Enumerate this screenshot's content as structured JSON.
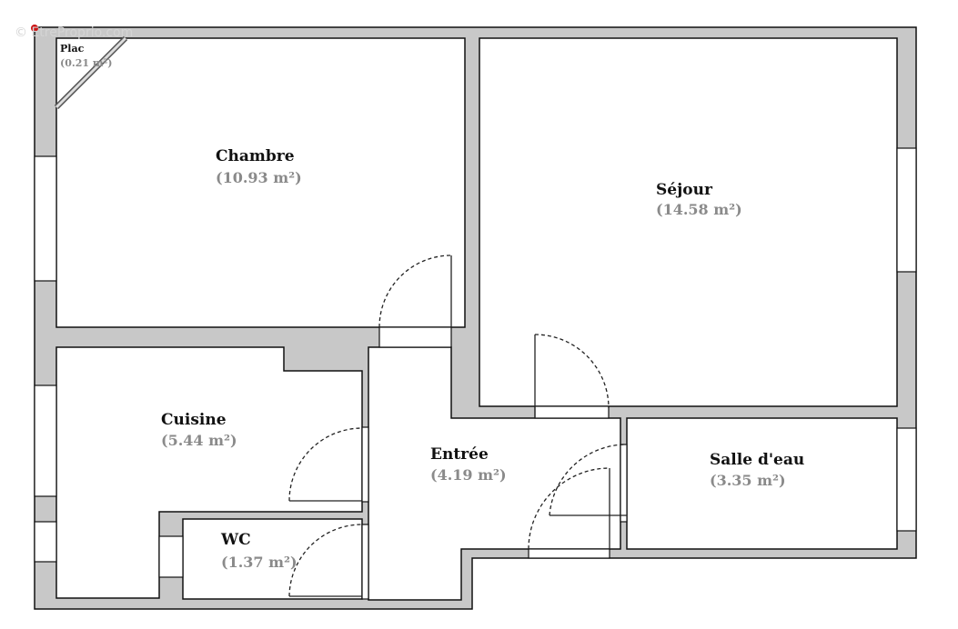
{
  "watermark": "© EtreProprio.com",
  "rooms": {
    "placard": {
      "name": "Plac",
      "area": "(0.21 m²)"
    },
    "chambre": {
      "name": "Chambre",
      "area": "(10.93 m²)"
    },
    "sejour": {
      "name": "Séjour",
      "area": "(14.58 m²)"
    },
    "cuisine": {
      "name": "Cuisine",
      "area": "(5.44 m²)"
    },
    "entree": {
      "name": "Entrée",
      "area": "(4.19 m²)"
    },
    "salle_eau": {
      "name": "Salle d'eau",
      "area": "(3.35 m²)"
    },
    "wc": {
      "name": "WC",
      "area": "(1.37 m²)"
    }
  },
  "colors": {
    "wall": "#c8c8c8",
    "outline": "#111111",
    "area_text": "#8a8a8a",
    "marker": "#cc1111"
  }
}
